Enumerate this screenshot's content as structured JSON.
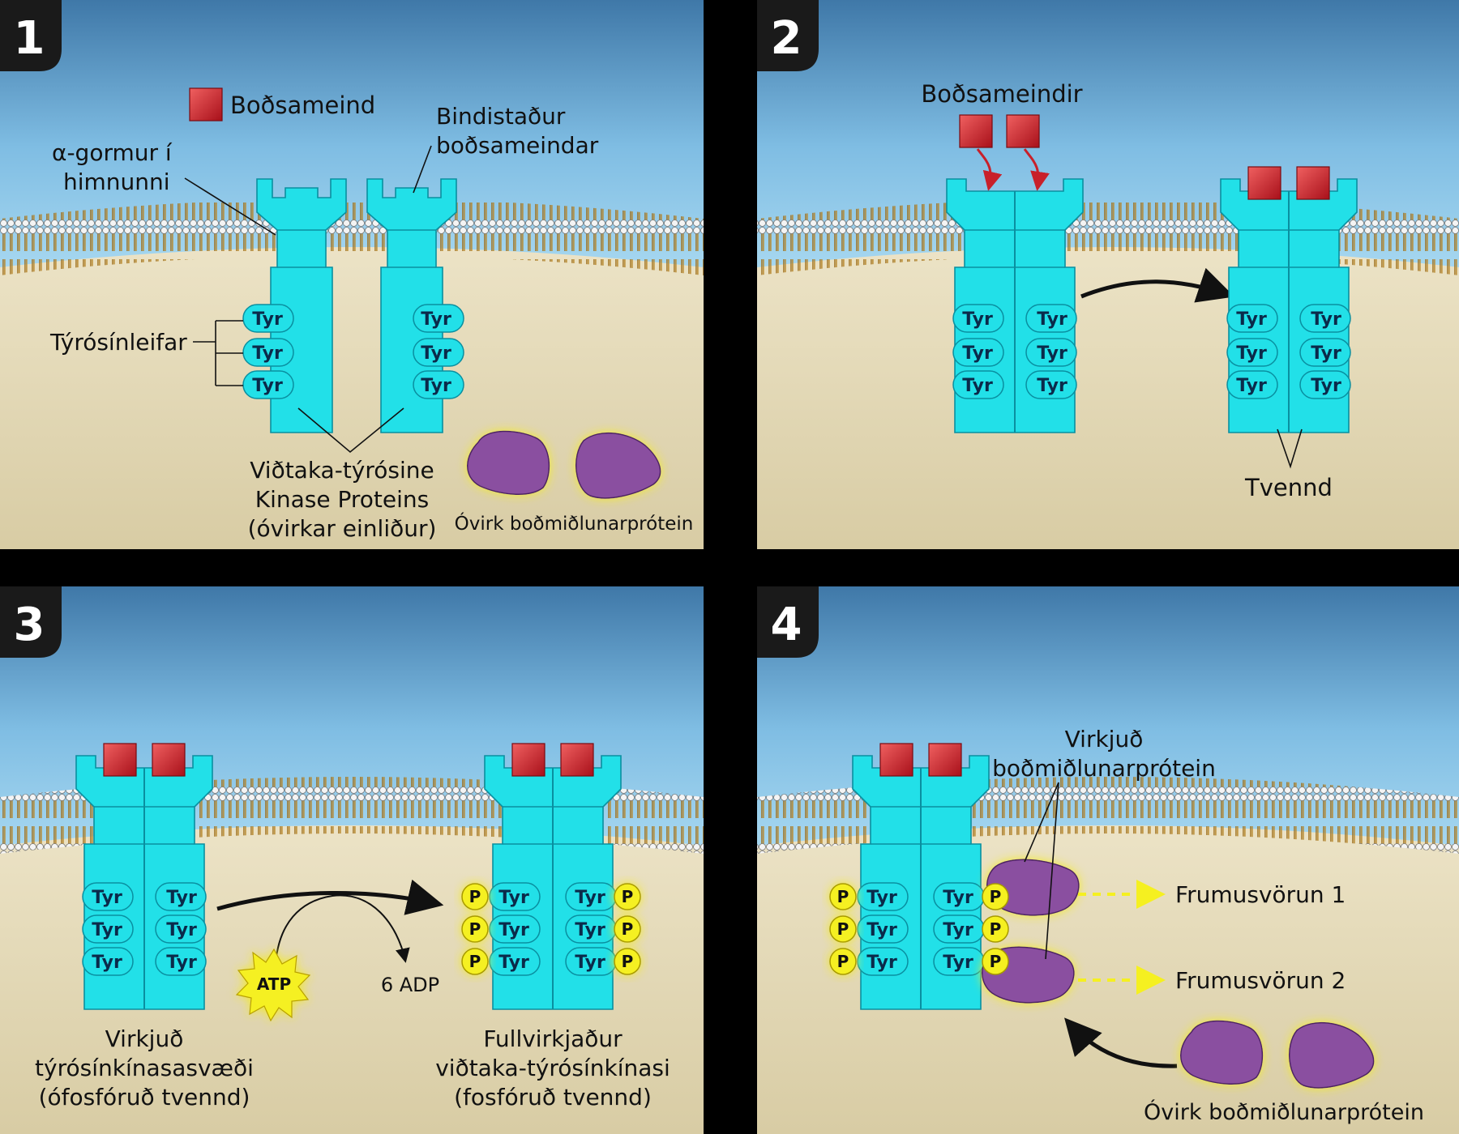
{
  "panels": [
    {
      "number": "1",
      "signal_legend": "Boðsameind",
      "binding_site": [
        "Bindistaður",
        "boðsameindar"
      ],
      "helix": [
        "α-gormur í",
        "himnunni"
      ],
      "tyrosines": "Týrósínleifar",
      "tyr": "Tyr",
      "receptor": [
        "Viðtaka-týrósine",
        "Kinase Proteins",
        "(óvirkar einliður)"
      ],
      "relay": "Óvirk boðmiðlunarprótein"
    },
    {
      "number": "2",
      "signals": "Boðsameindir",
      "tyr": "Tyr",
      "dimer": "Tvennd"
    },
    {
      "number": "3",
      "tyr": "Tyr",
      "phos": "P",
      "atp": "ATP",
      "adp": "6 ADP",
      "left": [
        "Virkjuð",
        "týrósínkínasasvæði",
        "(ófosfóruð tvennd)"
      ],
      "right": [
        "Fullvirkjaður",
        "viðtaka-týrósínkínasi",
        "(fosfóruð tvennd)"
      ]
    },
    {
      "number": "4",
      "tyr": "Tyr",
      "phos": "P",
      "activated": [
        "Virkjuð",
        "boðmiðlunarprótein"
      ],
      "resp1": "Frumusvörun 1",
      "resp2": "Frumusvörun 2",
      "inactive": "Óvirk boðmiðlunarprótein"
    }
  ],
  "colors": {
    "receptor": "#22e0e8",
    "signal": "#c8202a",
    "relay": "#8a4fa0",
    "phosphate": "#f5f020",
    "membrane": "#c89a3a",
    "cytoplasm": "#e0d5b0",
    "sky": "#5a9ac8"
  }
}
